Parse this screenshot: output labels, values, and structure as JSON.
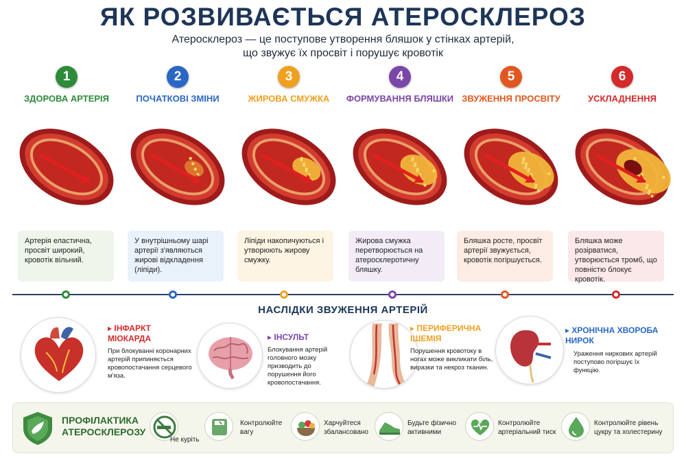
{
  "header": {
    "title": "ЯК РОЗВИВАЄТЬСЯ АТЕРОСКЛЕРОЗ",
    "subtitle_line1": "Атеросклероз — це поступове утворення бляшок у стінках артерій,",
    "subtitle_line2": "що звужує їх просвіт і порушує кровотік"
  },
  "stages": [
    {
      "num": "1",
      "name": "ЗДОРОВА АРТЕРІЯ",
      "color": "#2e8b3a",
      "note_bg": "#eef5ea",
      "note": "Артерія еластична, просвіт широкий, кровотік вільний."
    },
    {
      "num": "2",
      "name": "ПОЧАТКОВІ ЗМІНИ",
      "color": "#2a67c4",
      "note_bg": "#e9f1fb",
      "note": "У внутрішньому шарі артерії з'являються жирові відкладення (ліпіди)."
    },
    {
      "num": "3",
      "name": "ЖИРОВА СМУЖКА",
      "color": "#f0a020",
      "note_bg": "#fdf4e3",
      "note": "Ліпіди накопичуються і утворюють жирову смужку."
    },
    {
      "num": "4",
      "name": "ФОРМУВАННЯ БЛЯШКИ",
      "color": "#7a46a8",
      "note_bg": "#f2ecf7",
      "note": "Жирова смужка перетворюється на атеросклеротичну бляшку."
    },
    {
      "num": "5",
      "name": "ЗВУЖЕННЯ ПРОСВІТУ",
      "color": "#e2571f",
      "note_bg": "#fdece4",
      "note": "Бляшка росте, просвіт артерії звужується, кровотік погіршується."
    },
    {
      "num": "6",
      "name": "УСКЛАДНЕННЯ",
      "color": "#d42a2a",
      "note_bg": "#fbe8e8",
      "note": "Бляшка може розірватися, утворюється тромб, що повністю блокує кровотік."
    }
  ],
  "consequences": {
    "title": "НАСЛІДКИ ЗВУЖЕННЯ АРТЕРІЙ",
    "items": [
      {
        "name": "ІНФАРКТ МІОКАРДА",
        "color": "#d42a2a",
        "desc": "При блокуванні коронарних артерій припиняється кровопостачання серцевого м'яза.",
        "icon": "heart-icon"
      },
      {
        "name": "ІНСУЛЬТ",
        "color": "#7a46a8",
        "desc": "Блокування артерій головного мозку призводить до порушення його кровопостачання.",
        "icon": "brain-icon"
      },
      {
        "name": "ПЕРИФЕРИЧНА ІШЕМІЯ",
        "color": "#f0a020",
        "desc": "Порушення кровотоку в ногах може викликати біль, виразки та некроз тканин.",
        "icon": "legs-icon"
      },
      {
        "name": "ХРОНІЧНА ХВОРОБА НИРОК",
        "color": "#2a67c4",
        "desc": "Ураження ниркових артерій поступово погіршує їх функцію.",
        "icon": "kidney-icon"
      }
    ]
  },
  "prevention": {
    "title": "ПРОФІЛАКТИКА АТЕРОСКЛЕРОЗУ",
    "tips": [
      {
        "text": "Не куріть",
        "icon": "no-smoking-icon"
      },
      {
        "text": "Контролюйте вагу",
        "icon": "scale-icon"
      },
      {
        "text": "Харчуйтеся збалансовано",
        "icon": "healthy-food-icon"
      },
      {
        "text": "Будьте фізично активними",
        "icon": "sneaker-icon"
      },
      {
        "text": "Контролюйте артеріальний тиск",
        "icon": "heart-pressure-icon"
      },
      {
        "text": "Контролюйте рівень цукру та холестерину",
        "icon": "drop-icon"
      }
    ]
  }
}
